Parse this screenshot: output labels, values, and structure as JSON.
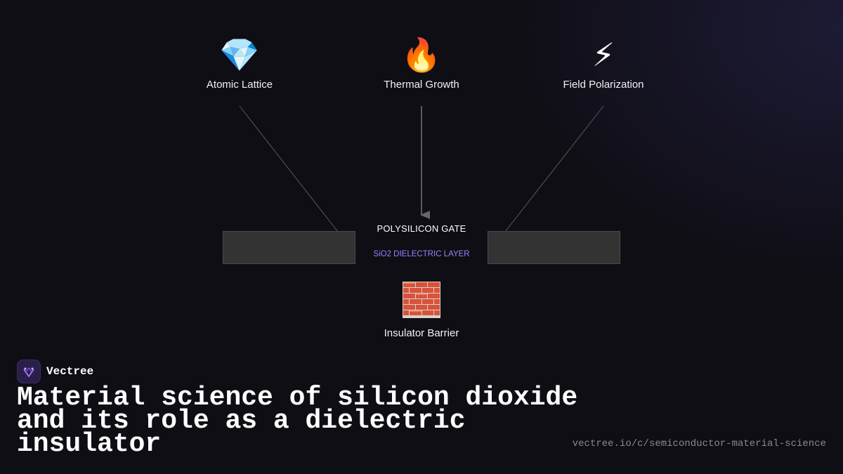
{
  "diagram": {
    "inputs": [
      {
        "label": "Atomic Lattice",
        "icon": "💎",
        "icon_name": "gem-icon"
      },
      {
        "label": "Thermal Growth",
        "icon": "🔥",
        "icon_name": "fire-icon"
      },
      {
        "label": "Field Polarization",
        "icon": "⚡",
        "icon_name": "lightning-icon"
      }
    ],
    "gate_label": "POLYSILICON GATE",
    "dielectric_label": "SiO2 DIELECTRIC LAYER",
    "output": {
      "label": "Insulator Barrier",
      "icon_name": "brick-wall-icon"
    }
  },
  "brand": {
    "name": "Vectree"
  },
  "title": "Material science of silicon dioxide and its role as a dielectric insulator",
  "url": "vectree.io/c/semiconductor-material-science",
  "colors": {
    "background": "#0f0e14",
    "slab": "#333333",
    "dielectric_text": "#8f86ff",
    "connector": "#666666"
  }
}
